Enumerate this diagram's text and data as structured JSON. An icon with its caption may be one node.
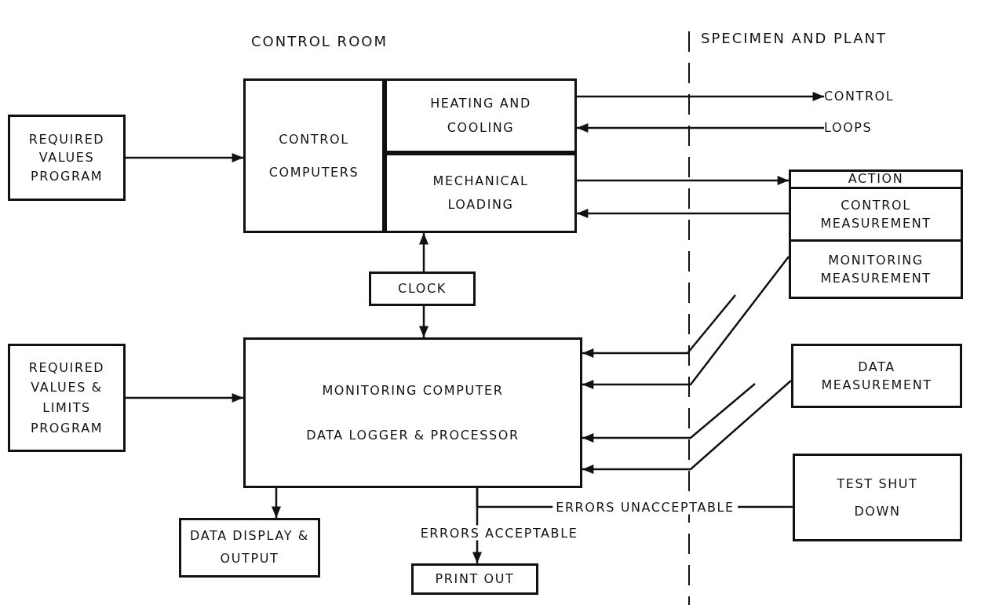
{
  "diagram": {
    "nodes": [
      {
        "text": [
          "REQUIRED VALUES PROGRAM"
        ]
      },
      {
        "text": [
          "CONTROL COMPUTERS"
        ]
      },
      {
        "text": [
          "HEATING AND COOLING"
        ]
      },
      {
        "text": [
          "MECHANICAL LOADING"
        ]
      },
      {
        "text": [
          "CONTROL"
        ]
      },
      {
        "text": [
          "LOOPS"
        ]
      },
      {
        "text": [
          "ACTION"
        ]
      },
      {
        "text": [
          "CONTROL MEASUREMENT"
        ]
      },
      {
        "text": [
          "MONITORING MEASUREMENT"
        ]
      },
      {
        "text": [
          "CLOCK"
        ]
      },
      {
        "text": [
          "REQUIRED VALUES & LIMITS PROGRAM"
        ]
      },
      {
        "text": [
          "MONITORING COMPUTER",
          "DATA LOGGER & PROCESSOR"
        ]
      },
      {
        "text": [
          "DATA MEASUREMENT"
        ]
      },
      {
        "text": [
          "TEST SHUT DOWN"
        ]
      },
      {
        "text": [
          "DATA DISPLAY & OUTPUT"
        ]
      },
      {
        "text": [
          "PRINT OUT"
        ]
      }
    ],
    "edges": [
      {
        "from": 0,
        "to": 1,
        "arrow": "to"
      },
      {
        "from": 2,
        "to": 4,
        "arrow": "to"
      },
      {
        "from": 5,
        "to": 2,
        "arrow": "to"
      },
      {
        "from": 3,
        "to": 6,
        "arrow": "to"
      },
      {
        "from": 7,
        "to": 3,
        "arrow": "to"
      },
      {
        "from": 9,
        "to": 3,
        "arrow": "to"
      },
      {
        "from": 9,
        "to": 11,
        "arrow": "to"
      },
      {
        "from": null,
        "to": 11,
        "arrow": "to"
      },
      {
        "from": 8,
        "to": 11,
        "arrow": "to"
      },
      {
        "from": null,
        "to": 11,
        "arrow": "to"
      },
      {
        "from": 12,
        "to": 11,
        "arrow": "to"
      },
      {
        "from": 10,
        "to": 11,
        "arrow": "to"
      },
      {
        "from": 11,
        "to": 14,
        "arrow": "to"
      },
      {
        "from": 11,
        "to": 13,
        "label": "ERRORS UNACCEPTABLE",
        "arrow": "none"
      },
      {
        "from": 11,
        "to": 15,
        "label": "ERRORS ACCEPTABLE",
        "arrow": "to"
      }
    ],
    "labels": [
      "CONTROL ROOM",
      "SPECIMEN AND PLANT"
    ]
  }
}
